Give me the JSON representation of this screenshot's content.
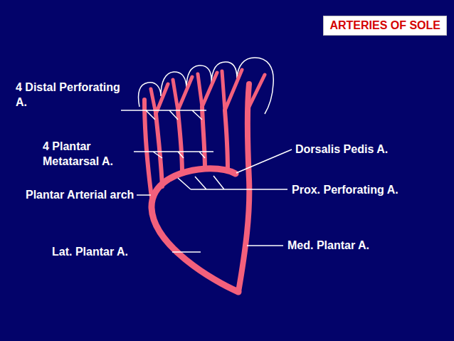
{
  "diagram": {
    "title": "ARTERIES OF SOLE",
    "labels": [
      "4 Distal Perforating A.",
      "4 Plantar Metatarsal A.",
      "Plantar Arterial arch",
      "Lat. Plantar A.",
      "Dorsalis Pedis A.",
      "Prox. Perforating A.",
      "Med. Plantar A."
    ]
  }
}
